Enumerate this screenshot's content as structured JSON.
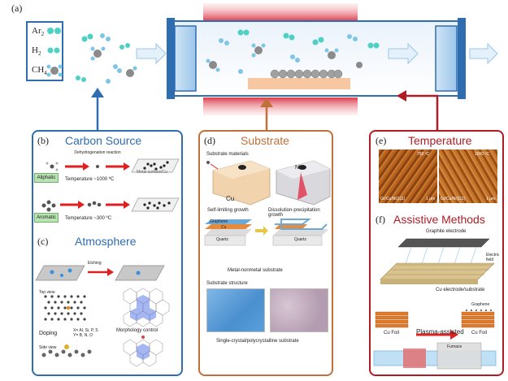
{
  "labels": {
    "a": "(a)",
    "b": "(b)",
    "c": "(c)",
    "d": "(d)",
    "e": "(e)",
    "f": "(f)"
  },
  "gas_box": {
    "gases": [
      "Ar",
      "H",
      "CH"
    ],
    "subscripts": [
      "2",
      "2",
      "4"
    ]
  },
  "colors": {
    "blue": "#2f6db1",
    "orange": "#c0703a",
    "red": "#b01c25",
    "cyan": "#4ed1c4",
    "gray": "#8b8b8b"
  },
  "carbon_source": {
    "title": "Carbon Source",
    "dehydrogenation": "Dehydrogenation reaction",
    "metal_surface": "Metal surface/Cu",
    "aliphatic": "Aliphatic",
    "aromatic": "Aromatic",
    "temp1": "Temperature ~1000 ºC",
    "temp2": "Temperature ~300 ºC"
  },
  "atmosphere": {
    "title": "Atmosphere",
    "etching": "Etching",
    "top_view": "Top view",
    "side_view": "Side view",
    "doping": "Doping",
    "dopants": "X= Al, Si, P, S",
    "dopants2": "Y= B, N, O",
    "morphology": "Morphology control"
  },
  "substrate": {
    "title": "Substrate",
    "materials": "Substrate materials",
    "cu": "Cu",
    "ni": "Ni",
    "self_limiting": "Self-limiting growth",
    "dissolution": "Dissolution-precipitation growth",
    "graphene": "Graphene",
    "cu2": "Cu",
    "quartz": "Quartz",
    "quartz2": "Quartz",
    "metal_nonmetal": "Metal-nonmetal substrate",
    "structure": "Substrate structure",
    "single_poly": "Single-crystal/polycrystalline substrate"
  },
  "temperature": {
    "title": "Temperature",
    "t1": "750 ºC",
    "t2": "1000 ºC",
    "s1": "Gr/Cu/Ni(111)",
    "s2": "Gr/Cu/Ni(111)",
    "scale1": "1 μm",
    "scale2": "1 μm"
  },
  "assistive": {
    "title": "Assistive Methods",
    "graphite": "Graphite electrode",
    "electric_field": "Electric field",
    "cu_electrode": "Cu electrode/substrate",
    "graphene": "Graphene",
    "cu_foil1": "Cu Foil",
    "cu_foil2": "Cu Foil",
    "plasma": "Plasma-assisted",
    "furnace": "Furnace"
  }
}
